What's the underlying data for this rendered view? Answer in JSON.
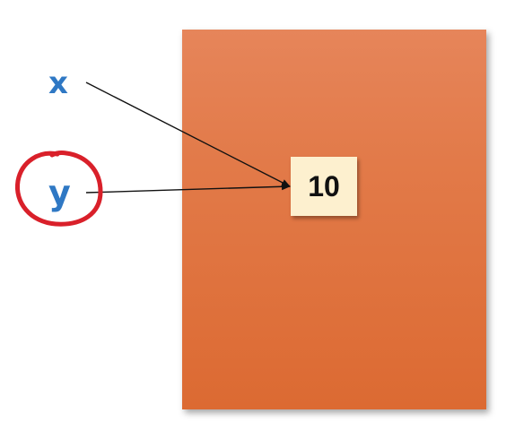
{
  "diagram": {
    "variables": [
      {
        "name": "x"
      },
      {
        "name": "y"
      }
    ],
    "value": "10",
    "highlighted_variable": "y",
    "colors": {
      "memory_block": "#e07a45",
      "value_box": "#fdf0cf",
      "variable_text": "#2f78c4",
      "highlight_circle": "#d9202a",
      "arrow": "#111111"
    }
  }
}
